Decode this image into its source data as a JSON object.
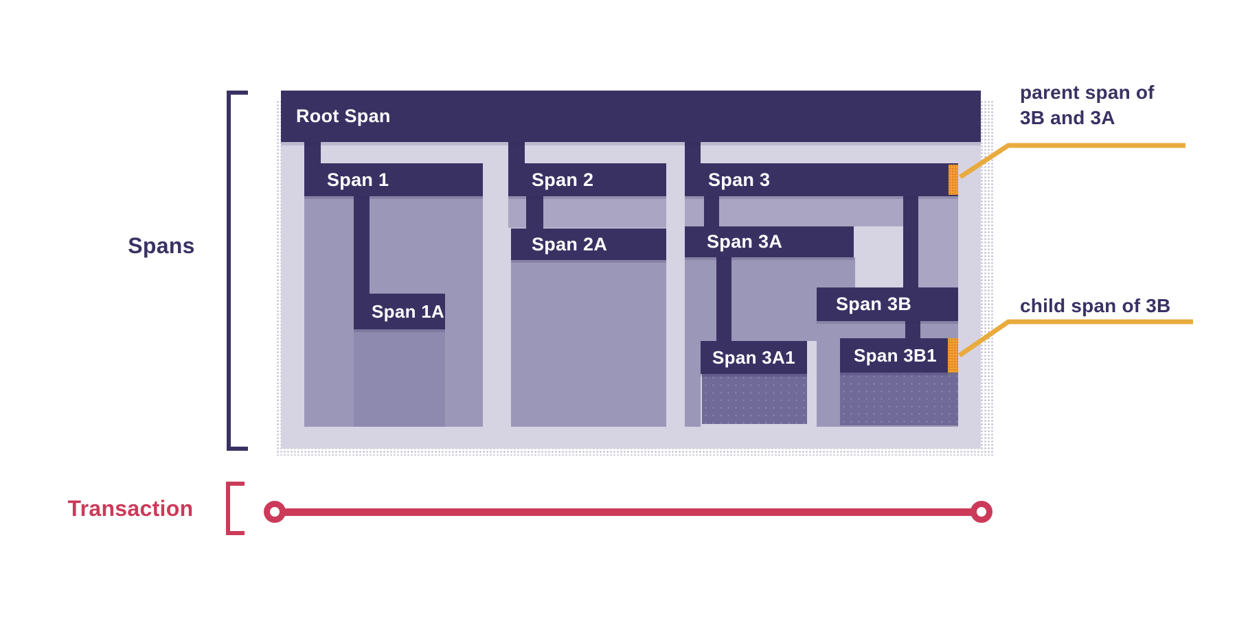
{
  "labels": {
    "spans": "Spans",
    "transaction": "Transaction"
  },
  "spans": {
    "root": {
      "label": "Root Span"
    },
    "s1": {
      "label": "Span 1"
    },
    "s1a": {
      "label": "Span 1A"
    },
    "s2": {
      "label": "Span 2"
    },
    "s2a": {
      "label": "Span 2A"
    },
    "s3": {
      "label": "Span 3"
    },
    "s3a": {
      "label": "Span 3A"
    },
    "s3a1": {
      "label": "Span 3A1"
    },
    "s3b": {
      "label": "Span 3B"
    },
    "s3b1": {
      "label": "Span 3B1"
    }
  },
  "annotations": {
    "parent": {
      "line1": "parent span of",
      "line2": "3B and 3A"
    },
    "child": {
      "text": "child span of 3B"
    }
  },
  "colors": {
    "dark_indigo": "#3a3163",
    "panel_lavender": "#d6d3e3",
    "body_shade1": "#a9a5c2",
    "body_shade2": "#9b97b8",
    "body_shade3": "#8e8aaf",
    "body_shade4": "#6f6a97",
    "accent_orange": "#efa02f",
    "callout_yellow": "#e9ab3d",
    "transaction_red": "#cc3a59"
  }
}
